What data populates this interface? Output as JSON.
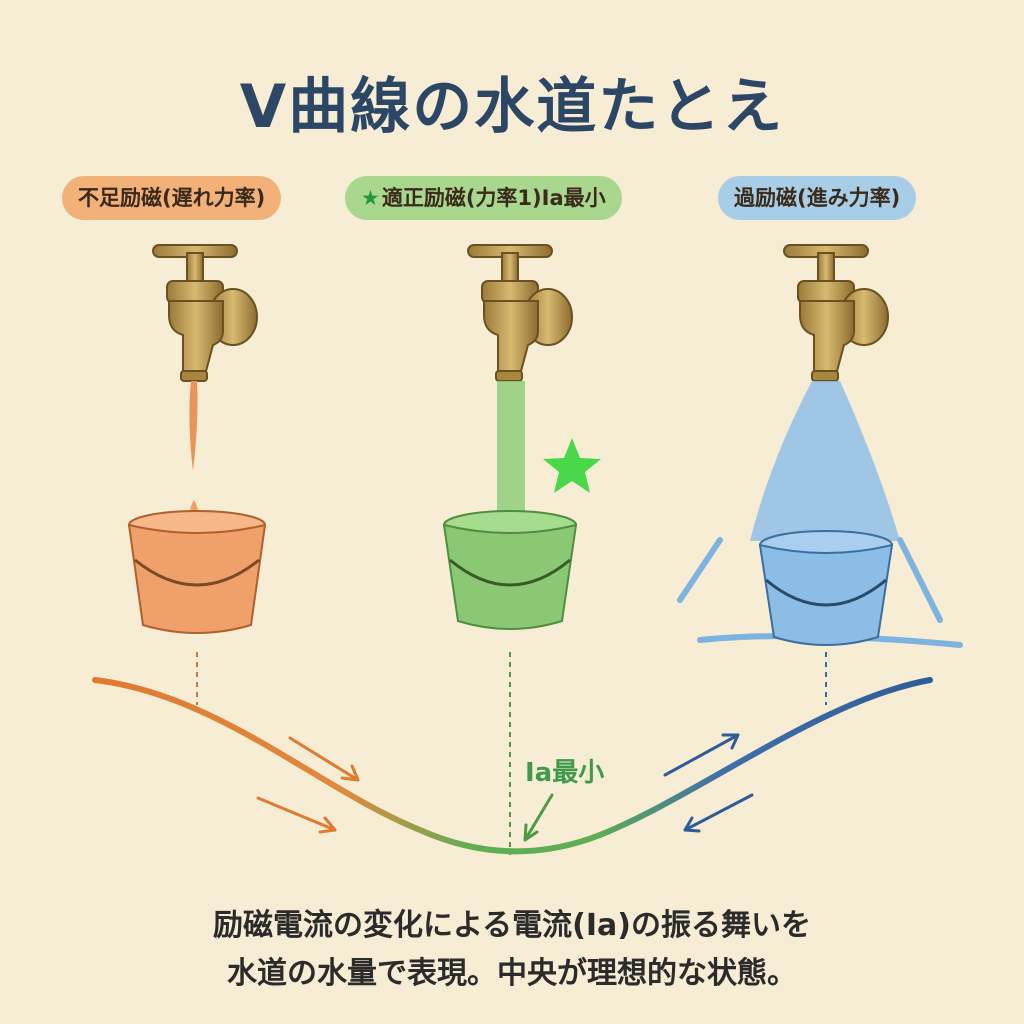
{
  "title": "V曲線の水道たとえ",
  "states": [
    {
      "label": "不足励磁(遅れ力率)",
      "color": "#e8843a"
    },
    {
      "label": "適正励磁(力率1)Ia最小",
      "star": "★",
      "color": "#4caf50"
    },
    {
      "label": "過励磁(進み力率)",
      "color": "#3d6fa8"
    }
  ],
  "curve_label": "Ia最小",
  "caption": {
    "line1": "励磁電流の変化による電流(Ia)の振る舞いを",
    "line2": "水道の水量で表現。中央が理想的な状態。"
  }
}
